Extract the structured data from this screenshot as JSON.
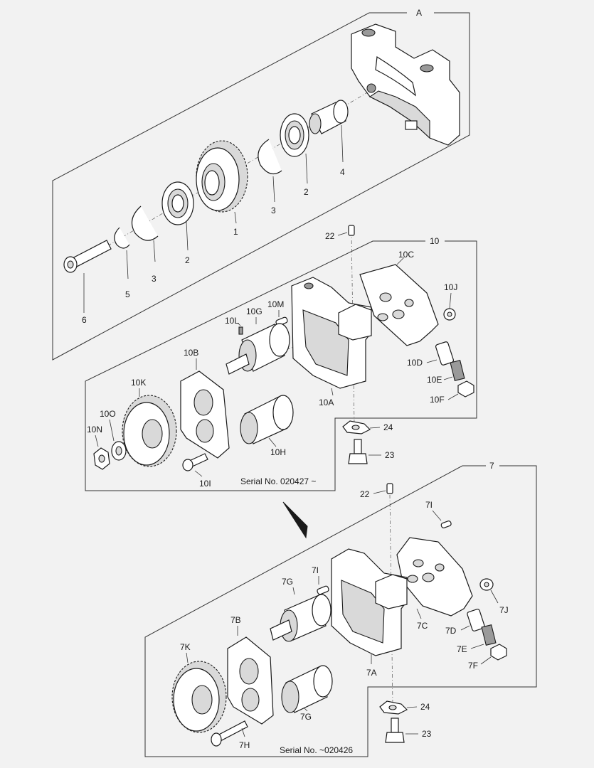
{
  "groups": {
    "top": "A",
    "middle": "10",
    "bottom": "7"
  },
  "labels": {
    "p1": "1",
    "p2a": "2",
    "p2b": "2",
    "p3a": "3",
    "p3b": "3",
    "p4": "4",
    "p5": "5",
    "p6": "6",
    "p22a": "22",
    "p10A": "10A",
    "p10B": "10B",
    "p10C": "10C",
    "p10D": "10D",
    "p10E": "10E",
    "p10F": "10F",
    "p10G": "10G",
    "p10H": "10H",
    "p10I": "10I",
    "p10J": "10J",
    "p10K": "10K",
    "p10L": "10L",
    "p10M": "10M",
    "p10N": "10N",
    "p10O": "10O",
    "p24a": "24",
    "p23a": "23",
    "p22b": "22",
    "p7A": "7A",
    "p7B": "7B",
    "p7C": "7C",
    "p7D": "7D",
    "p7E": "7E",
    "p7F": "7F",
    "p7Ga": "7G",
    "p7Gb": "7G",
    "p7H": "7H",
    "p7Ia": "7I",
    "p7Ib": "7I",
    "p7J": "7J",
    "p7K": "7K",
    "p24b": "24",
    "p23b": "23"
  },
  "serials": {
    "middle": "Serial No. 020427 ~",
    "bottom": "Serial No. ~020426"
  }
}
